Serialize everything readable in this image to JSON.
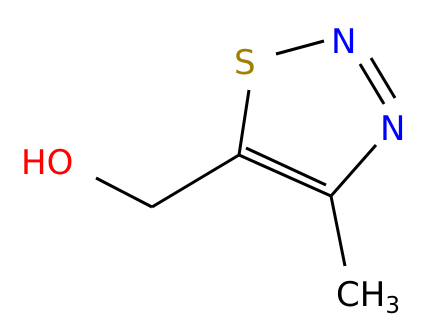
{
  "molecule": {
    "atoms": {
      "S": {
        "label": "S",
        "color": "#a08000"
      },
      "N2": {
        "label": "N",
        "color": "#0000ff"
      },
      "N3": {
        "label": "N",
        "color": "#0000ff"
      },
      "OH": {
        "label": "HO",
        "color": "#ff0000"
      },
      "CH3": {
        "label": "CH",
        "subscript": "3",
        "color": "#000000"
      }
    }
  }
}
